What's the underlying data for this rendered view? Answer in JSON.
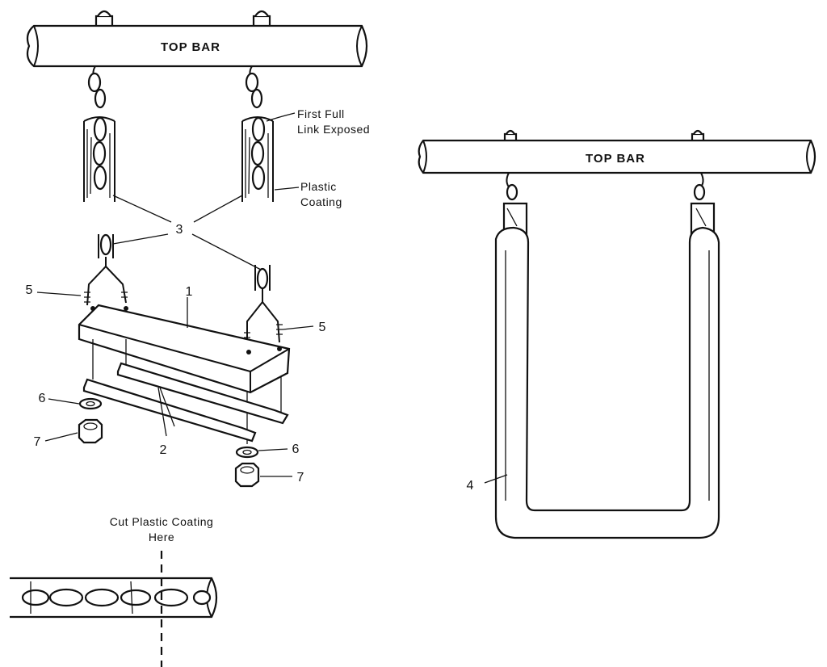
{
  "left_assembly": {
    "top_bar_label": "TOP BAR",
    "callout_first_full_link": [
      "First Full",
      "Link Exposed"
    ],
    "callout_plastic_coating": [
      "Plastic",
      "Coating"
    ],
    "part_numbers": {
      "chain": "3",
      "seat": "1",
      "hook_left": "5",
      "hook_right": "5",
      "straps": "2",
      "washer_left": "6",
      "washer_right": "6",
      "nut_left": "7",
      "nut_right": "7"
    }
  },
  "cut_detail": {
    "instruction": [
      "Cut Plastic Coating",
      "Here"
    ]
  },
  "right_assembly": {
    "top_bar_label": "TOP BAR",
    "part_number_trapeze": "4"
  }
}
